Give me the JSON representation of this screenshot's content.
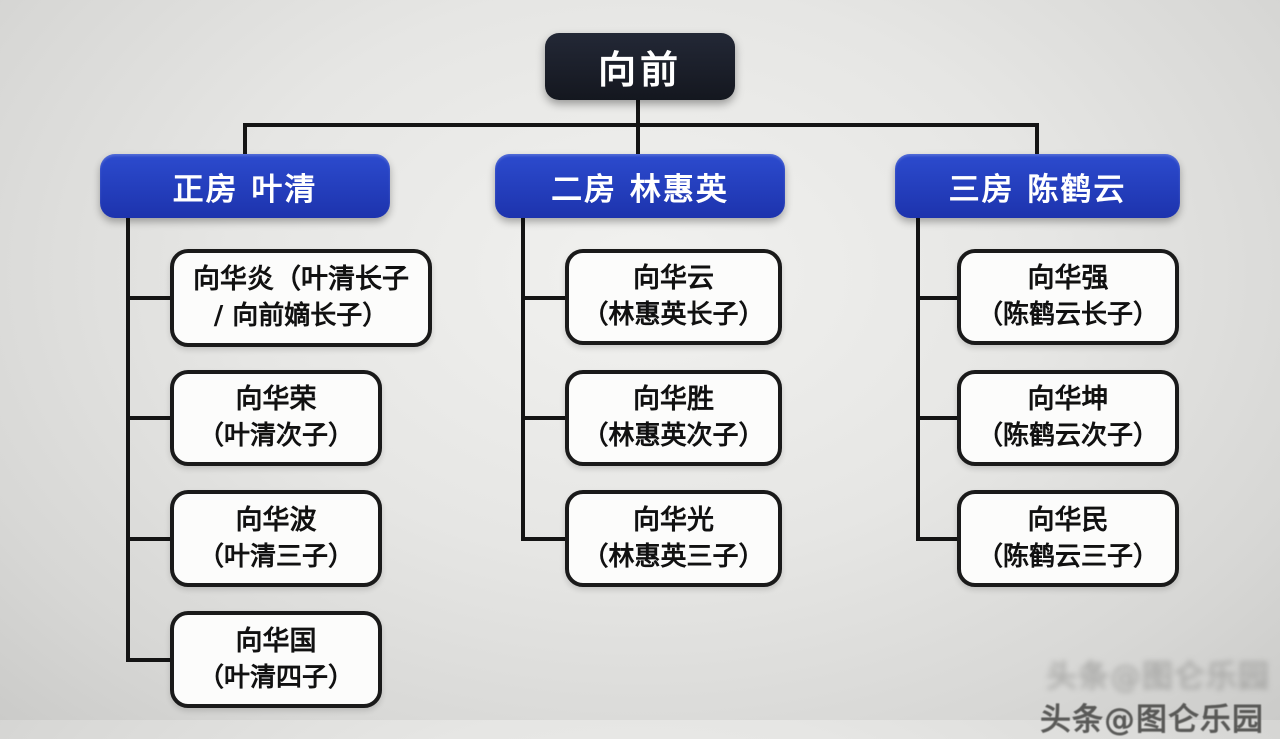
{
  "root": {
    "label": "向前"
  },
  "branches": [
    {
      "label": "正房 叶清",
      "children": [
        {
          "line1": "向华炎（叶清长子",
          "line2": "/ 向前嫡长子）"
        },
        {
          "line1": "向华荣",
          "line2": "（叶清次子）"
        },
        {
          "line1": "向华波",
          "line2": "（叶清三子）"
        },
        {
          "line1": "向华国",
          "line2": "（叶清四子）"
        }
      ]
    },
    {
      "label": "二房 林惠英",
      "children": [
        {
          "line1": "向华云",
          "line2": "（林惠英长子）"
        },
        {
          "line1": "向华胜",
          "line2": "（林惠英次子）"
        },
        {
          "line1": "向华光",
          "line2": "（林惠英三子）"
        }
      ]
    },
    {
      "label": "三房 陈鹤云",
      "children": [
        {
          "line1": "向华强",
          "line2": "（陈鹤云长子）"
        },
        {
          "line1": "向华坤",
          "line2": "（陈鹤云次子）"
        },
        {
          "line1": "向华民",
          "line2": "（陈鹤云三子）"
        }
      ]
    }
  ],
  "watermark": {
    "text": "头条@图仑乐园"
  },
  "colors": {
    "branch_blue": "#2138b8",
    "root_black": "#171b24",
    "line_black": "#141414",
    "child_border": "#1a1a1a",
    "background_gray": "#e3e3e1"
  }
}
